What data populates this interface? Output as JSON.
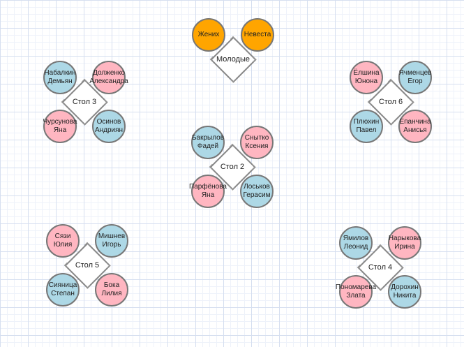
{
  "colors": {
    "male": "#add8e6",
    "female": "#ffb6c1",
    "newlyweds": "#ffa500",
    "border": "#777777"
  },
  "newlyweds": {
    "label": "Молодые",
    "guests": [
      {
        "name": "Жених",
        "role": "newlyweds"
      },
      {
        "name": "Невеста",
        "role": "newlyweds"
      }
    ]
  },
  "tables": [
    {
      "label": "Стол 2",
      "guests": [
        {
          "name": "Бакрылов\nФадей",
          "role": "male"
        },
        {
          "name": "Снытко\nКсения",
          "role": "female"
        },
        {
          "name": "Парфёнова\nЯна",
          "role": "female"
        },
        {
          "name": "Лоськов\nГерасим",
          "role": "male"
        }
      ]
    },
    {
      "label": "Стол 3",
      "guests": [
        {
          "name": "Набалкин\nДемьян",
          "role": "male"
        },
        {
          "name": "Долженко\nАлександра",
          "role": "female"
        },
        {
          "name": "Чурсунова\nЯна",
          "role": "female"
        },
        {
          "name": "Осинов\nАндриян",
          "role": "male"
        }
      ]
    },
    {
      "label": "Стол 4",
      "guests": [
        {
          "name": "Ямилов\nЛеонид",
          "role": "male"
        },
        {
          "name": "Нарыкова\nИрина",
          "role": "female"
        },
        {
          "name": "Пономарева\nЗлата",
          "role": "female"
        },
        {
          "name": "Дорохин\nНикита",
          "role": "male"
        }
      ]
    },
    {
      "label": "Стол 5",
      "guests": [
        {
          "name": "Сязи\nЮлия",
          "role": "female"
        },
        {
          "name": "Мишнев\nИгорь",
          "role": "male"
        },
        {
          "name": "Сияница\nСтепан",
          "role": "male"
        },
        {
          "name": "Бока\nЛилия",
          "role": "female"
        }
      ]
    },
    {
      "label": "Стол 6",
      "guests": [
        {
          "name": "Ёлшина\nЮнона",
          "role": "female"
        },
        {
          "name": "Ячменцев\nЕгор",
          "role": "male"
        },
        {
          "name": "Плюхин\nПавел",
          "role": "male"
        },
        {
          "name": "Епанчина\nАнисья",
          "role": "female"
        }
      ]
    }
  ]
}
